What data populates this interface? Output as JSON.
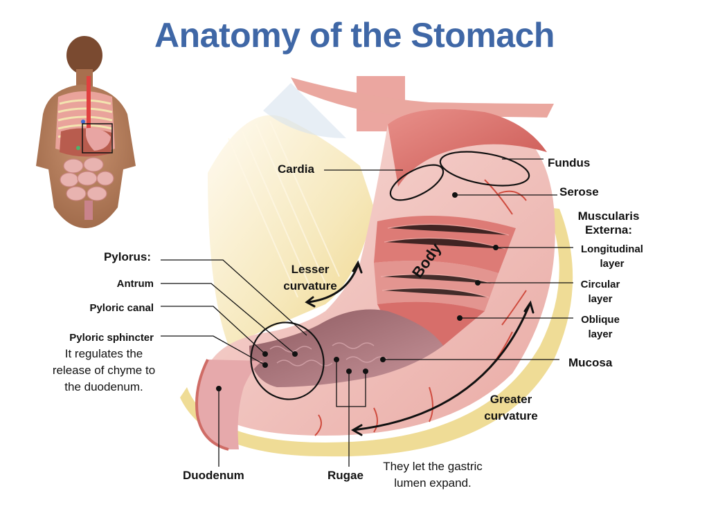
{
  "title": "Anatomy of the Stomach",
  "labels": {
    "cardia": "Cardia",
    "fundus": "Fundus",
    "serose": "Serose",
    "muscularis_externa": [
      "Muscularis",
      "Externa:"
    ],
    "longitudinal_layer": [
      "Longitudinal",
      "layer"
    ],
    "circular_layer": [
      "Circular",
      "layer"
    ],
    "oblique_layer": [
      "Oblique",
      "layer"
    ],
    "mucosa": "Mucosa",
    "greater_curvature": [
      "Greater",
      "curvature"
    ],
    "lesser_curvature": [
      "Lesser",
      "curvature"
    ],
    "body": "Body",
    "pylorus": "Pylorus:",
    "antrum": "Antrum",
    "pyloric_canal": "Pyloric canal",
    "pyloric_sphincter": "Pyloric sphincter",
    "duodenum": "Duodenum",
    "rugae": "Rugae"
  },
  "notes": {
    "pyloric_sphincter_note": [
      "It regulates the",
      "release of chyme to",
      "the duodenum."
    ],
    "rugae_note": [
      "They let the gastric",
      "lumen expand."
    ]
  },
  "colors": {
    "title": "#3f67a6",
    "muscle": "#d9706c",
    "mucosa": "#b67d86",
    "fat": "#efdc96",
    "serosa": "#f1c3bf",
    "skin": "#b9825f"
  }
}
